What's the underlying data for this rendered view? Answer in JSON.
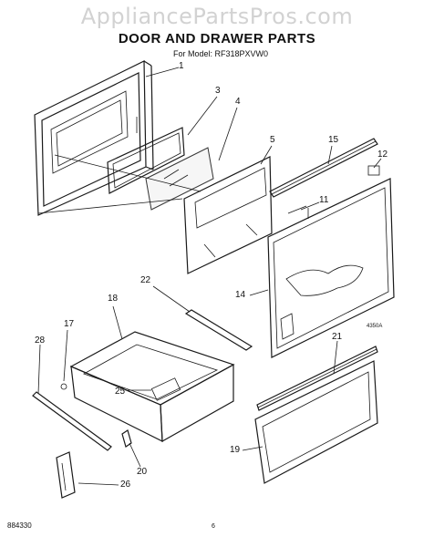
{
  "watermark": "AppliancePartsPros.com",
  "title": "DOOR AND DRAWER PARTS",
  "model_line": "For Model: RF318PXVW0",
  "callouts": {
    "p1": "1",
    "p3": "3",
    "p4": "4",
    "p5": "5",
    "p15": "15",
    "p12": "12",
    "p11": "11",
    "p14": "14",
    "p22": "22",
    "p18": "18",
    "p17": "17",
    "p28": "28",
    "p25": "25",
    "p21": "21",
    "p19": "19",
    "p20": "20",
    "p26": "26"
  },
  "diagram_code": "4350A",
  "doc_code": "884330",
  "page_number": "6"
}
